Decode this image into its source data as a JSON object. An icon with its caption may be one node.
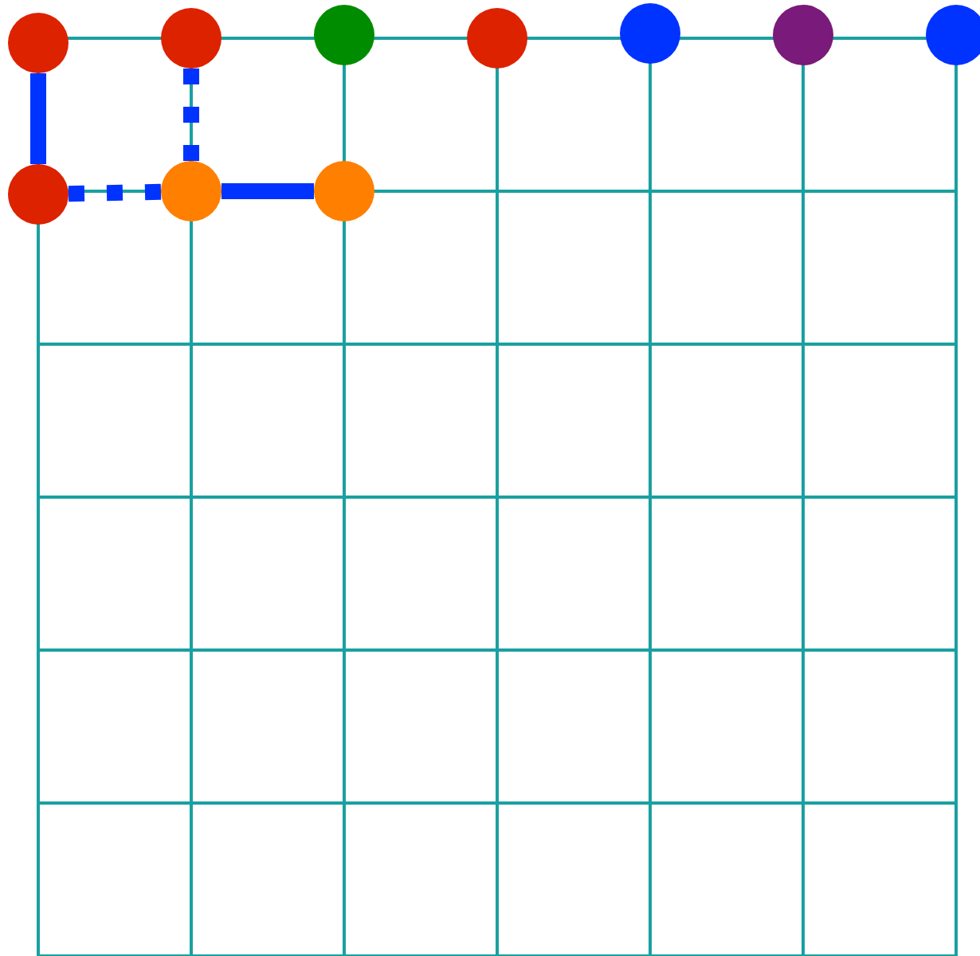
{
  "diagram": {
    "nodes": [
      {
        "text": [],
        "shape": "circle"
      },
      {
        "text": [],
        "shape": "circle"
      },
      {
        "text": [],
        "shape": "circle"
      },
      {
        "text": [],
        "shape": "circle"
      },
      {
        "text": [],
        "shape": "circle"
      },
      {
        "text": [],
        "shape": "circle"
      },
      {
        "text": [],
        "shape": "circle"
      },
      {
        "text": [],
        "shape": "circle"
      },
      {
        "text": [],
        "shape": "circle"
      },
      {
        "text": [],
        "shape": "circle"
      }
    ],
    "edges": [
      {
        "from": 0,
        "to": 7,
        "arrow": "none"
      },
      {
        "from": 1,
        "to": 8,
        "arrow": "none",
        "style": "dashed"
      },
      {
        "from": 7,
        "to": 8,
        "arrow": "none",
        "style": "dashed"
      },
      {
        "from": 8,
        "to": 9,
        "arrow": "none"
      }
    ]
  }
}
